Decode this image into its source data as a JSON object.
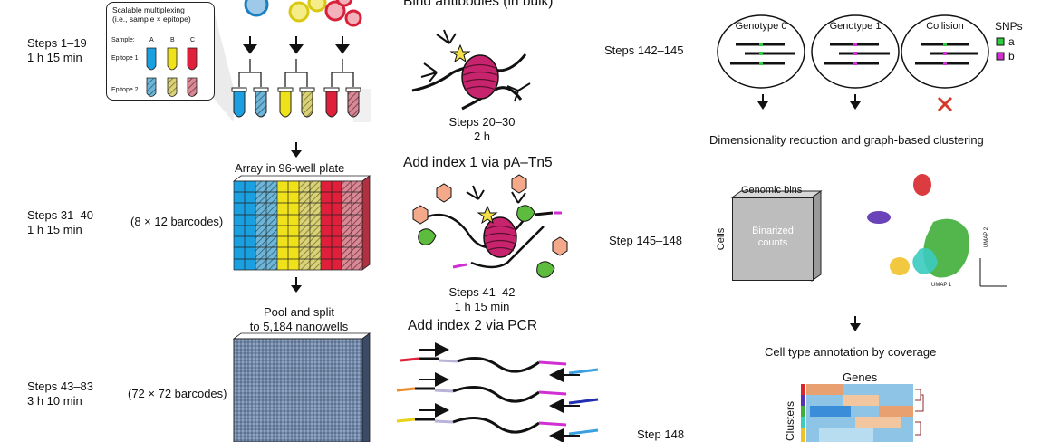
{
  "steps": {
    "s1": {
      "range": "Steps 1–19",
      "time": "1 h 15 min"
    },
    "s2": {
      "range": "Steps 31–40",
      "time": "1 h 15 min"
    },
    "s3": {
      "range": "Steps 43–83",
      "time": "3 h 10 min"
    },
    "s4": {
      "range": "Steps 20–30",
      "time": "2 h"
    },
    "s5": {
      "range": "Steps 41–42",
      "time": "1 h 15 min"
    },
    "s6": "Steps 142–145",
    "s7": "Step 145–148",
    "s8": "Step 148"
  },
  "multiplex": {
    "title1": "Scalable multiplexing",
    "title2": "(i.e., sample × epitope)",
    "sample_label": "Sample:",
    "samples": [
      "A",
      "B",
      "C"
    ],
    "epitope1": "Epitope 1",
    "epitope2": "Epitope 2"
  },
  "plate": {
    "title": "Array in 96-well plate",
    "barcodes": "(8 × 12 barcodes)"
  },
  "pool": {
    "line1": "Pool and split",
    "line2": "to 5,184 nanowells",
    "barcodes": "(72 × 72 barcodes)"
  },
  "headings": {
    "bind": "Bind antibodies (in bulk)",
    "index1": "Add index 1 via pA–Tn5",
    "index2": "Add index 2 via PCR"
  },
  "genotype": {
    "g0": "Genotype 0",
    "g1": "Genotype 1",
    "collision": "Collision",
    "snps": "SNPs",
    "snp_a": "a",
    "snp_b": "b"
  },
  "analysis": {
    "dimred": "Dimensionality reduction and graph-based clustering",
    "genomic_bins": "Genomic bins",
    "cells": "Cells",
    "binarized1": "Binarized",
    "binarized2": "counts",
    "umap1": "UMAP 1",
    "umap2": "UMAP 2",
    "annotation": "Cell type annotation by coverage",
    "genes": "Genes",
    "clusters": "Clusters"
  },
  "colors": {
    "blue": "#1a9fe0",
    "yellow": "#f0e21a",
    "red": "#e0203a",
    "green_snp": "#2ecc40",
    "magenta_snp": "#d12fd1",
    "cross": "#d33a2c",
    "nucleosome": "#c8246e"
  }
}
